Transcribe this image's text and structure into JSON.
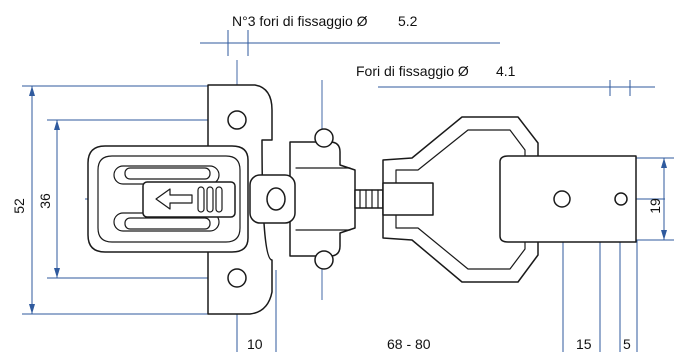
{
  "labels": {
    "holes_3": "N°3 fori di fissaggio Ø",
    "holes_3_value": "5.2",
    "holes_other": "Fori di fissaggio Ø",
    "holes_other_value": "4.1",
    "dim_height_total": "52",
    "dim_height_inner": "36",
    "dim_bar_height": "19",
    "dim_10": "10",
    "dim_range": "68 - 80",
    "dim_15": "15",
    "dim_5": "5"
  },
  "colors": {
    "outline": "#1a1a1a",
    "dimension": "#2f5a9e"
  }
}
